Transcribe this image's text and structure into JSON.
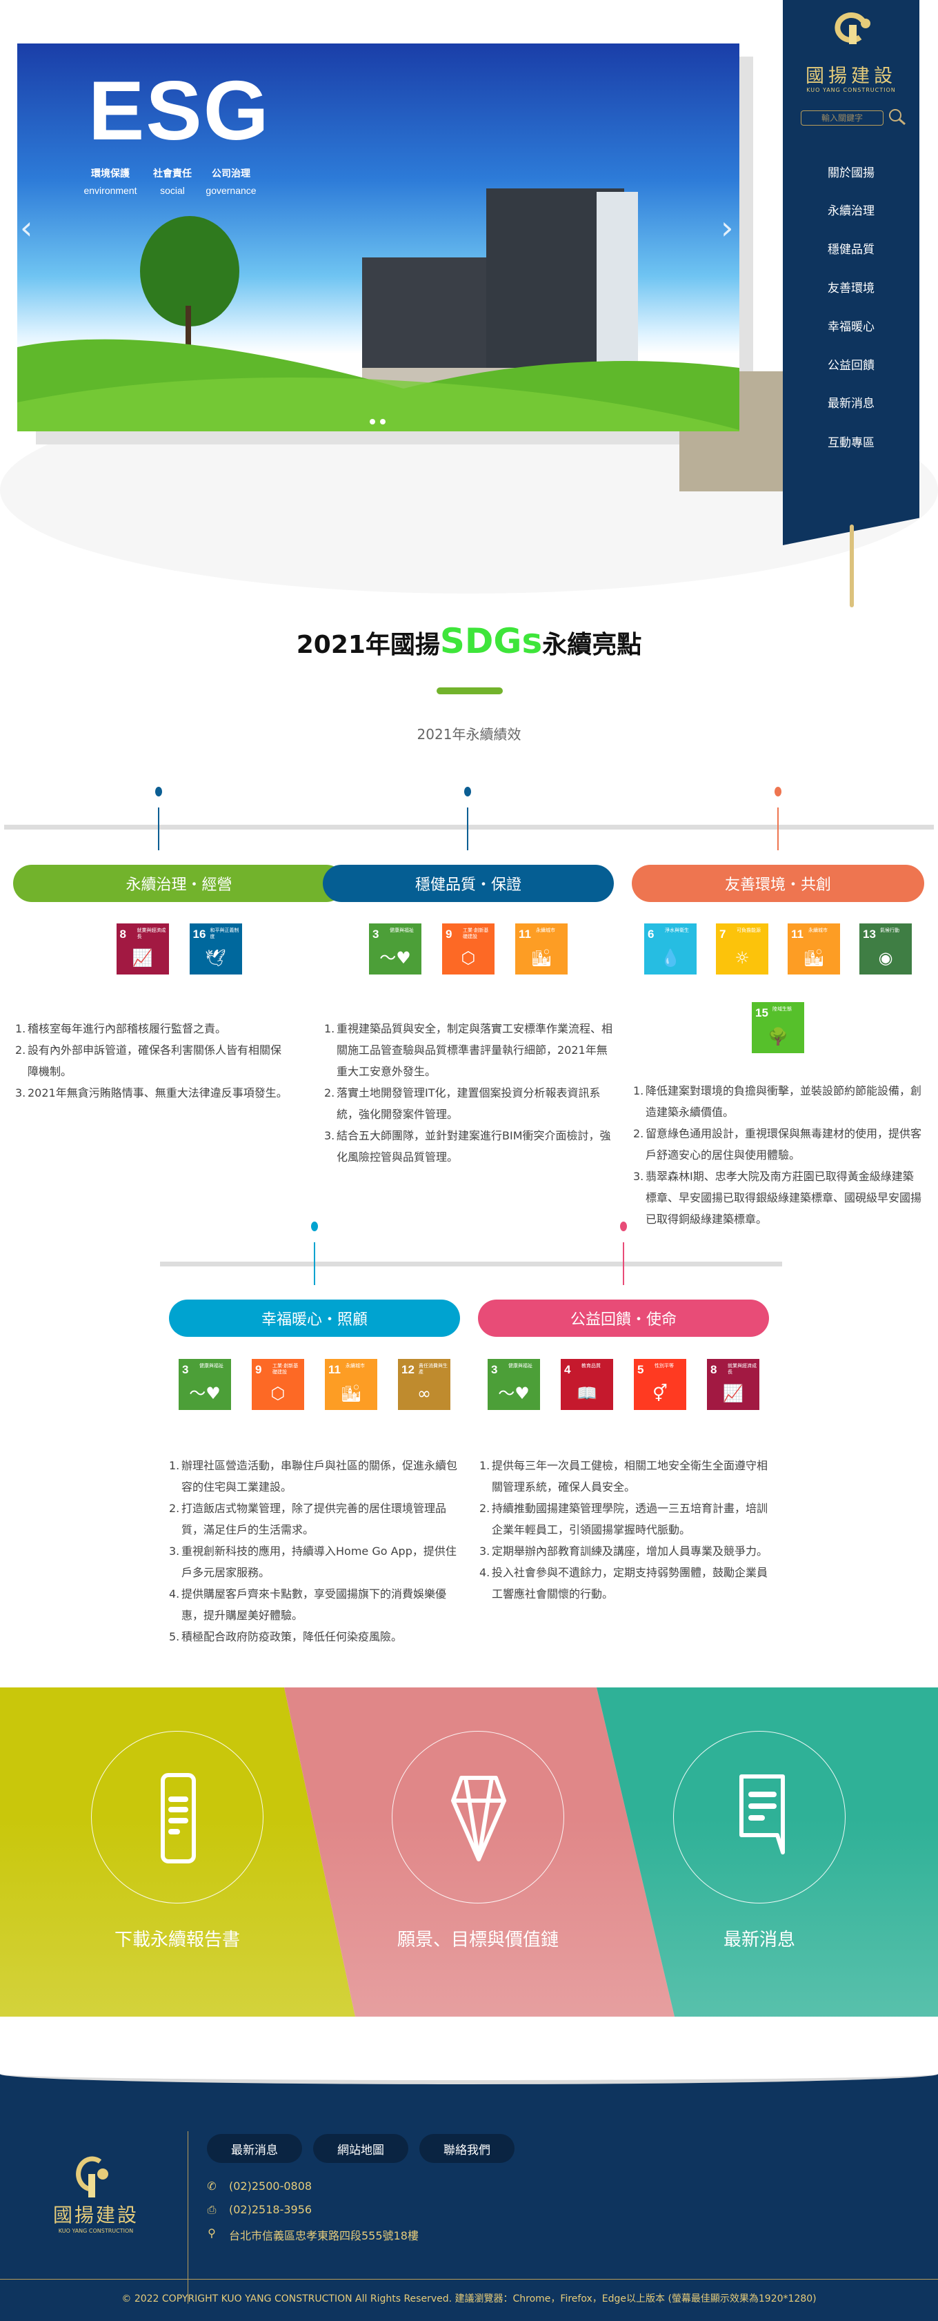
{
  "brand": {
    "name_zh": "國揚建設",
    "name_en": "KUO YANG CONSTRUCTION",
    "gold": "#e6cc7a",
    "navy": "#0e345e"
  },
  "search": {
    "placeholder": "輸入關鍵字"
  },
  "nav": [
    {
      "label": "關於國揚"
    },
    {
      "label": "永續治理"
    },
    {
      "label": "穩健品質"
    },
    {
      "label": "友善環境"
    },
    {
      "label": "幸福暖心"
    },
    {
      "label": "公益回饋"
    },
    {
      "label": "最新消息"
    },
    {
      "label": "互動專區"
    }
  ],
  "hero": {
    "headline": "ESG",
    "pillars": [
      {
        "zh": "環境保護",
        "en": "environment"
      },
      {
        "zh": "社會責任",
        "en": "social"
      },
      {
        "zh": "公司治理",
        "en": "governance"
      }
    ],
    "slide_count": 2,
    "active_slide": 1
  },
  "section": {
    "title_pre": "2021年國揚",
    "title_highlight": "SDGs",
    "title_post": "永續亮點",
    "subtitle": "2021年永續績效"
  },
  "sdg_legend": {
    "3": {
      "label": "健康與福祉",
      "color": "#4c9f38",
      "icon": "heartbeat-icon",
      "glyph": "〜♥"
    },
    "4": {
      "label": "教育品質",
      "color": "#c5192d",
      "icon": "book-icon",
      "glyph": "📖"
    },
    "5": {
      "label": "性別平等",
      "color": "#ff3a21",
      "icon": "gender-icon",
      "glyph": "⚥"
    },
    "6": {
      "label": "淨水與衛生",
      "color": "#26bde2",
      "icon": "water-icon",
      "glyph": "💧"
    },
    "7": {
      "label": "可負擔能源",
      "color": "#fcc30b",
      "icon": "sun-power-icon",
      "glyph": "☼"
    },
    "8": {
      "label": "就業與經濟成長",
      "color": "#a21942",
      "icon": "growth-chart-icon",
      "glyph": "📈"
    },
    "9": {
      "label": "工業·創新基礎建設",
      "color": "#fd6925",
      "icon": "cubes-icon",
      "glyph": "⬡"
    },
    "11": {
      "label": "永續城市",
      "color": "#fd9d24",
      "icon": "city-icon",
      "glyph": "🏙"
    },
    "12": {
      "label": "責任消費與生產",
      "color": "#bf8b2e",
      "icon": "infinity-icon",
      "glyph": "∞"
    },
    "13": {
      "label": "氣候行動",
      "color": "#3f7e44",
      "icon": "eye-globe-icon",
      "glyph": "◉"
    },
    "15": {
      "label": "陸域生態",
      "color": "#56c02b",
      "icon": "tree-icon",
      "glyph": "🌳"
    },
    "16": {
      "label": "和平與正義制度",
      "color": "#00689d",
      "icon": "dove-icon",
      "glyph": "🕊"
    }
  },
  "pillars": [
    {
      "title": "永續治理・經營",
      "color": "#72b32c",
      "dot_color": "#0b5e93",
      "sdgs": [
        "8",
        "16"
      ],
      "items": [
        "稽核室每年進行內部稽核履行監督之責。",
        "設有內外部申訴管道，確保各利害關係人皆有相關保障機制。",
        "2021年無貪污賄賂情事、無重大法律違反事項發生。"
      ]
    },
    {
      "title": "穩健品質・保證",
      "color": "#055e93",
      "dot_color": "#0b5e93",
      "sdgs": [
        "3",
        "9",
        "11"
      ],
      "items": [
        "重視建築品質與安全，制定與落實工安標準作業流程、相關施工品管查驗與品質標準書評量執行細節，2021年無重大工安意外發生。",
        "落實土地開發管理IT化，建置個案投資分析報表資訊系統，強化開發案件管理。",
        "結合五大師團隊，並針對建案進行BIM衝突介面檢討，強化風險控管與品質管理。"
      ]
    },
    {
      "title": "友善環境・共創",
      "color": "#ee7550",
      "dot_color": "#ee7550",
      "sdgs": [
        "6",
        "7",
        "11",
        "13",
        "15"
      ],
      "items": [
        "降低建案對環境的負擔與衝擊，並裝設節約節能設備，創造建築永續價值。",
        "留意綠色通用設計，重視環保與無毒建材的使用，提供客戶舒適安心的居住與使用體驗。",
        "翡翠森林Ⅰ期、忠孝大院及南方莊園已取得黃金級綠建築標章、早安國揚已取得銀級綠建築標章、國硯級早安國揚已取得銅級綠建築標章。"
      ]
    },
    {
      "title": "幸福暖心・照顧",
      "color": "#00a3d0",
      "dot_color": "#00a3d0",
      "sdgs": [
        "3",
        "9",
        "11",
        "12"
      ],
      "items": [
        "辦理社區營造活動，串聯住戶與社區的關係，促進永續包容的住宅與工業建設。",
        "打造飯店式物業管理，除了提供完善的居住環境管理品質，滿足住戶的生活需求。",
        "重視創新科技的應用，持續導入Home Go App，提供住戶多元居家服務。",
        "提供購屋客戶齊來卡點數，享受國揚旗下的消費娛樂優惠，提升購屋美好體驗。",
        "積極配合政府防疫政策，降低任何染疫風險。"
      ]
    },
    {
      "title": "公益回饋・使命",
      "color": "#e84c77",
      "dot_color": "#e84c77",
      "sdgs": [
        "3",
        "4",
        "5",
        "8"
      ],
      "items": [
        "提供每三年一次員工健檢，相關工地安全衛生全面遵守相關管理系統，確保人員安全。",
        "持續推動國揚建築管理學院，透過一三五培育計畫，培訓企業年輕員工，引領國揚掌握時代脈動。",
        "定期舉辦內部教育訓練及講座，增加人員專業及競爭力。",
        "投入社會參與不遺餘力，定期支持弱勢團體，鼓勵企業員工響應社會關懷的行動。"
      ]
    }
  ],
  "panels": [
    {
      "label": "下載永續報告書",
      "color": "#c9c70b",
      "icon": "document-icon"
    },
    {
      "label": "願景、目標與價值鏈",
      "color": "#e08788",
      "icon": "diamond-icon"
    },
    {
      "label": "最新消息",
      "color": "#2fb197",
      "icon": "chat-bubble-icon"
    }
  ],
  "footer": {
    "buttons": [
      {
        "label": "最新消息"
      },
      {
        "label": "網站地圖"
      },
      {
        "label": "聯絡我們"
      }
    ],
    "phone": "(02)2500-0808",
    "fax": "(02)2518-3956",
    "address": "台北市信義區忠孝東路四段555號18樓",
    "copyright": "© 2022 COPYRIGHT KUO YANG CONSTRUCTION All Rights Reserved. 建議瀏覽器：Chrome，Firefox，Edge以上版本 (螢幕最佳顯示效果為1920*1280)"
  }
}
